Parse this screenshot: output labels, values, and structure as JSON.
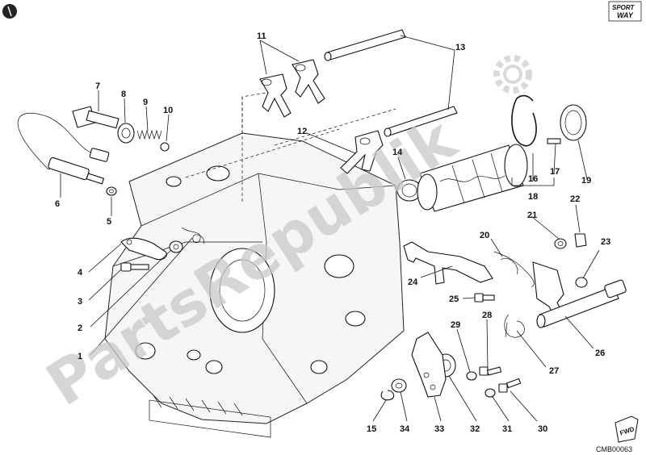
{
  "watermark": {
    "text": "PartsRepublik"
  },
  "logo": {
    "line1": "SPORT",
    "line2": "WAY"
  },
  "fwd_label": "FWD",
  "code": "CMB00063",
  "parts": [
    {
      "id": "p1",
      "number": "1"
    },
    {
      "id": "p2",
      "number": "2"
    },
    {
      "id": "p3",
      "number": "3"
    },
    {
      "id": "p4",
      "number": "4"
    },
    {
      "id": "p5",
      "number": "5"
    },
    {
      "id": "p6",
      "number": "6"
    },
    {
      "id": "p7",
      "number": "7"
    },
    {
      "id": "p8",
      "number": "8"
    },
    {
      "id": "p9",
      "number": "9"
    },
    {
      "id": "p10",
      "number": "10"
    },
    {
      "id": "p11",
      "number": "11"
    },
    {
      "id": "p12",
      "number": "12"
    },
    {
      "id": "p13",
      "number": "13"
    },
    {
      "id": "p14",
      "number": "14"
    },
    {
      "id": "p15",
      "number": "15"
    },
    {
      "id": "p16",
      "number": "16"
    },
    {
      "id": "p17",
      "number": "17"
    },
    {
      "id": "p18",
      "number": "18"
    },
    {
      "id": "p19",
      "number": "19"
    },
    {
      "id": "p20",
      "number": "20"
    },
    {
      "id": "p21",
      "number": "21"
    },
    {
      "id": "p22",
      "number": "22"
    },
    {
      "id": "p23",
      "number": "23"
    },
    {
      "id": "p24",
      "number": "24"
    },
    {
      "id": "p25",
      "number": "25"
    },
    {
      "id": "p26",
      "number": "26"
    },
    {
      "id": "p27",
      "number": "27"
    },
    {
      "id": "p28",
      "number": "28"
    },
    {
      "id": "p29",
      "number": "29"
    },
    {
      "id": "p30",
      "number": "30"
    },
    {
      "id": "p31",
      "number": "31"
    },
    {
      "id": "p32",
      "number": "32"
    },
    {
      "id": "p33",
      "number": "33"
    },
    {
      "id": "p34",
      "number": "34"
    }
  ]
}
